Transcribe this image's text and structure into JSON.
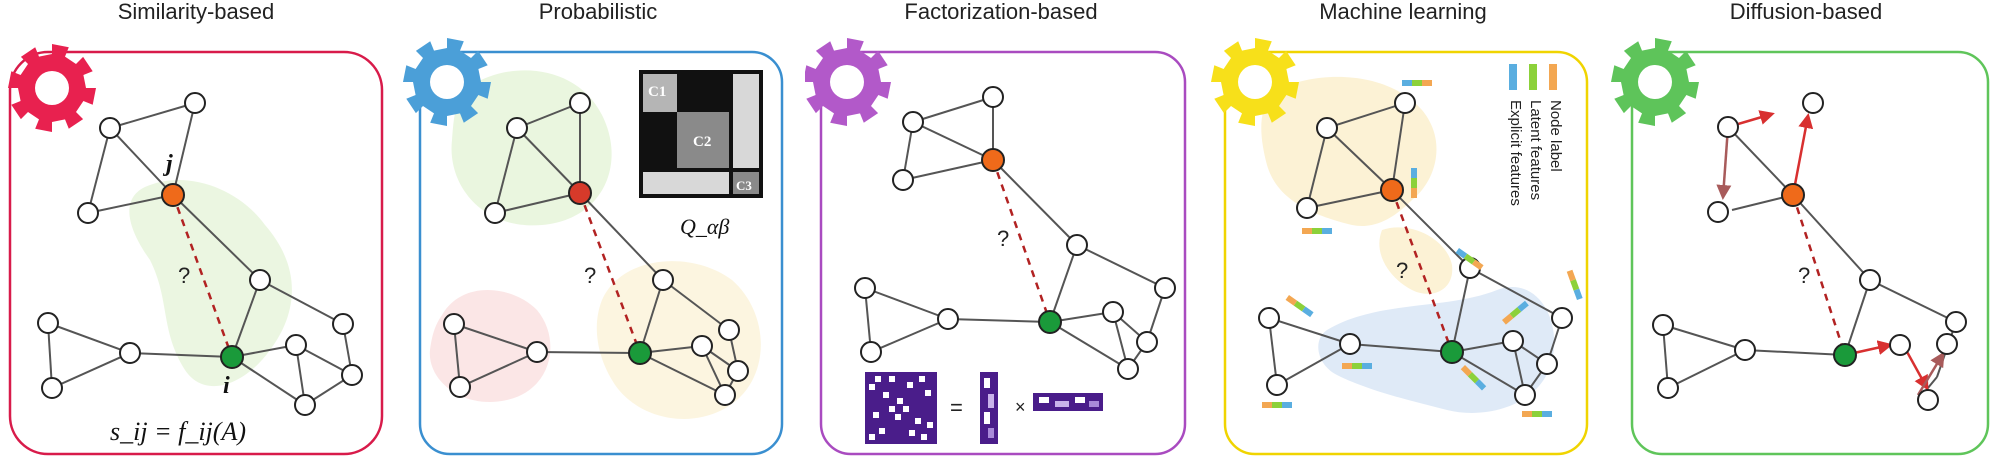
{
  "panels": [
    {
      "title": "Similarity-based",
      "border_color": "#d81b4a",
      "gear_color": "#e8214f"
    },
    {
      "title": "Probabilistic",
      "border_color": "#3a8fd0",
      "gear_color": "#4b9fd8"
    },
    {
      "title": "Factorization-based",
      "border_color": "#a94bc0",
      "gear_color": "#b259c9"
    },
    {
      "title": "Machine learning",
      "border_color": "#f0d400",
      "gear_color": "#f7e01a"
    },
    {
      "title": "Diffusion-based",
      "border_color": "#5fc55a",
      "gear_color": "#5ec45a"
    }
  ],
  "labels": {
    "question": "?",
    "node_j": "j",
    "node_i": "i",
    "similarity_formula": "s_ij = f_ij(A)",
    "block_c1": "C1",
    "block_c2": "C2",
    "block_c3": "C3",
    "block_matrix_label": "Q_αβ",
    "equals": "=",
    "times": "×",
    "legend_node_label": "Node label",
    "legend_latent": "Latent features",
    "legend_explicit": "Explicit features"
  },
  "colors": {
    "node_orange": "#ef6a1a",
    "node_green": "#1a9a3a",
    "node_red": "#d63a2a",
    "arrow_red": "#d83030",
    "arrow_brown": "#a85b5b",
    "matrix_purple": "#4a1d8a",
    "feature_blue": "#5aaee0",
    "feature_green": "#8cd13a",
    "feature_orange": "#f3a752"
  }
}
